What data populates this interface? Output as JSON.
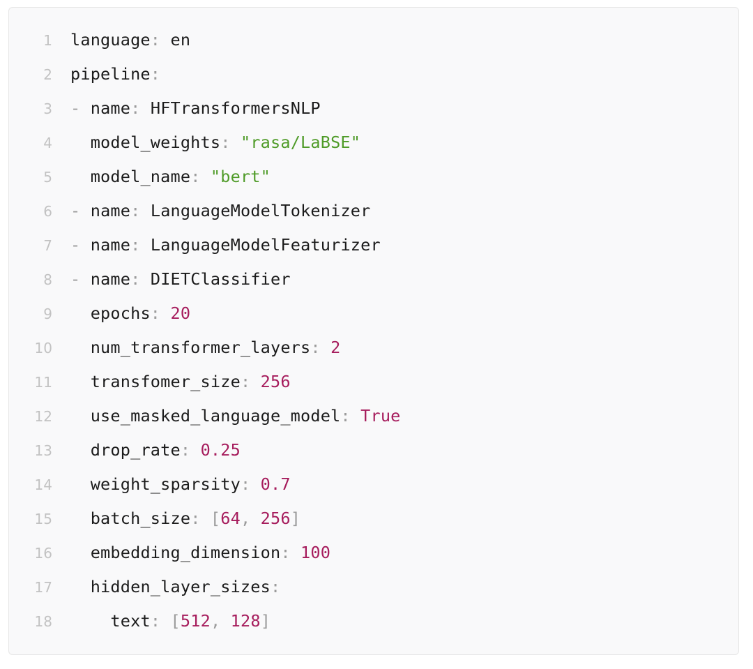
{
  "code_block": {
    "language": "yaml",
    "colors": {
      "background": "#f9f9fa",
      "border": "#e6e6e6",
      "gutter_text": "#c2c2c2",
      "default_text": "#1b1b1b",
      "punctuation": "#9b9b9b",
      "string": "#4f9b28",
      "number": "#a61c5c",
      "boolean": "#a61c5c"
    },
    "lines": [
      {
        "number": "1",
        "indent": "",
        "tokens": [
          {
            "t": "language",
            "k": "key"
          },
          {
            "t": ":",
            "k": "punct"
          },
          {
            "t": " ",
            "k": "space"
          },
          {
            "t": "en",
            "k": "plain"
          }
        ]
      },
      {
        "number": "2",
        "indent": "",
        "tokens": [
          {
            "t": "pipeline",
            "k": "key"
          },
          {
            "t": ":",
            "k": "punct"
          }
        ]
      },
      {
        "number": "3",
        "indent": "",
        "tokens": [
          {
            "t": "-",
            "k": "dash"
          },
          {
            "t": " ",
            "k": "space"
          },
          {
            "t": "name",
            "k": "key"
          },
          {
            "t": ":",
            "k": "punct"
          },
          {
            "t": " ",
            "k": "space"
          },
          {
            "t": "HFTransformersNLP",
            "k": "plain"
          }
        ]
      },
      {
        "number": "4",
        "indent": "  ",
        "tokens": [
          {
            "t": "model_weights",
            "k": "key"
          },
          {
            "t": ":",
            "k": "punct"
          },
          {
            "t": " ",
            "k": "space"
          },
          {
            "t": "\"rasa/LaBSE\"",
            "k": "string"
          }
        ]
      },
      {
        "number": "5",
        "indent": "  ",
        "tokens": [
          {
            "t": "model_name",
            "k": "key"
          },
          {
            "t": ":",
            "k": "punct"
          },
          {
            "t": " ",
            "k": "space"
          },
          {
            "t": "\"bert\"",
            "k": "string"
          }
        ]
      },
      {
        "number": "6",
        "indent": "",
        "tokens": [
          {
            "t": "-",
            "k": "dash"
          },
          {
            "t": " ",
            "k": "space"
          },
          {
            "t": "name",
            "k": "key"
          },
          {
            "t": ":",
            "k": "punct"
          },
          {
            "t": " ",
            "k": "space"
          },
          {
            "t": "LanguageModelTokenizer",
            "k": "plain"
          }
        ]
      },
      {
        "number": "7",
        "indent": "",
        "tokens": [
          {
            "t": "-",
            "k": "dash"
          },
          {
            "t": " ",
            "k": "space"
          },
          {
            "t": "name",
            "k": "key"
          },
          {
            "t": ":",
            "k": "punct"
          },
          {
            "t": " ",
            "k": "space"
          },
          {
            "t": "LanguageModelFeaturizer",
            "k": "plain"
          }
        ]
      },
      {
        "number": "8",
        "indent": "",
        "tokens": [
          {
            "t": "-",
            "k": "dash"
          },
          {
            "t": " ",
            "k": "space"
          },
          {
            "t": "name",
            "k": "key"
          },
          {
            "t": ":",
            "k": "punct"
          },
          {
            "t": " ",
            "k": "space"
          },
          {
            "t": "DIETClassifier",
            "k": "plain"
          }
        ]
      },
      {
        "number": "9",
        "indent": "  ",
        "tokens": [
          {
            "t": "epochs",
            "k": "key"
          },
          {
            "t": ":",
            "k": "punct"
          },
          {
            "t": " ",
            "k": "space"
          },
          {
            "t": "20",
            "k": "number"
          }
        ]
      },
      {
        "number": "10",
        "indent": "  ",
        "tokens": [
          {
            "t": "num_transformer_layers",
            "k": "key"
          },
          {
            "t": ":",
            "k": "punct"
          },
          {
            "t": " ",
            "k": "space"
          },
          {
            "t": "2",
            "k": "number"
          }
        ]
      },
      {
        "number": "11",
        "indent": "  ",
        "tokens": [
          {
            "t": "transfomer_size",
            "k": "key"
          },
          {
            "t": ":",
            "k": "punct"
          },
          {
            "t": " ",
            "k": "space"
          },
          {
            "t": "256",
            "k": "number"
          }
        ]
      },
      {
        "number": "12",
        "indent": "  ",
        "tokens": [
          {
            "t": "use_masked_language_model",
            "k": "key"
          },
          {
            "t": ":",
            "k": "punct"
          },
          {
            "t": " ",
            "k": "space"
          },
          {
            "t": "True",
            "k": "bool"
          }
        ]
      },
      {
        "number": "13",
        "indent": "  ",
        "tokens": [
          {
            "t": "drop_rate",
            "k": "key"
          },
          {
            "t": ":",
            "k": "punct"
          },
          {
            "t": " ",
            "k": "space"
          },
          {
            "t": "0.25",
            "k": "number"
          }
        ]
      },
      {
        "number": "14",
        "indent": "  ",
        "tokens": [
          {
            "t": "weight_sparsity",
            "k": "key"
          },
          {
            "t": ":",
            "k": "punct"
          },
          {
            "t": " ",
            "k": "space"
          },
          {
            "t": "0.7",
            "k": "number"
          }
        ]
      },
      {
        "number": "15",
        "indent": "  ",
        "tokens": [
          {
            "t": "batch_size",
            "k": "key"
          },
          {
            "t": ":",
            "k": "punct"
          },
          {
            "t": " ",
            "k": "space"
          },
          {
            "t": "[",
            "k": "punct"
          },
          {
            "t": "64",
            "k": "number"
          },
          {
            "t": ", ",
            "k": "punct"
          },
          {
            "t": "256",
            "k": "number"
          },
          {
            "t": "]",
            "k": "punct"
          }
        ]
      },
      {
        "number": "16",
        "indent": "  ",
        "tokens": [
          {
            "t": "embedding_dimension",
            "k": "key"
          },
          {
            "t": ":",
            "k": "punct"
          },
          {
            "t": " ",
            "k": "space"
          },
          {
            "t": "100",
            "k": "number"
          }
        ]
      },
      {
        "number": "17",
        "indent": "  ",
        "tokens": [
          {
            "t": "hidden_layer_sizes",
            "k": "key"
          },
          {
            "t": ":",
            "k": "punct"
          }
        ]
      },
      {
        "number": "18",
        "indent": "    ",
        "tokens": [
          {
            "t": "text",
            "k": "key"
          },
          {
            "t": ":",
            "k": "punct"
          },
          {
            "t": " ",
            "k": "space"
          },
          {
            "t": "[",
            "k": "punct"
          },
          {
            "t": "512",
            "k": "number"
          },
          {
            "t": ", ",
            "k": "punct"
          },
          {
            "t": "128",
            "k": "number"
          },
          {
            "t": "]",
            "k": "punct"
          }
        ]
      }
    ]
  }
}
